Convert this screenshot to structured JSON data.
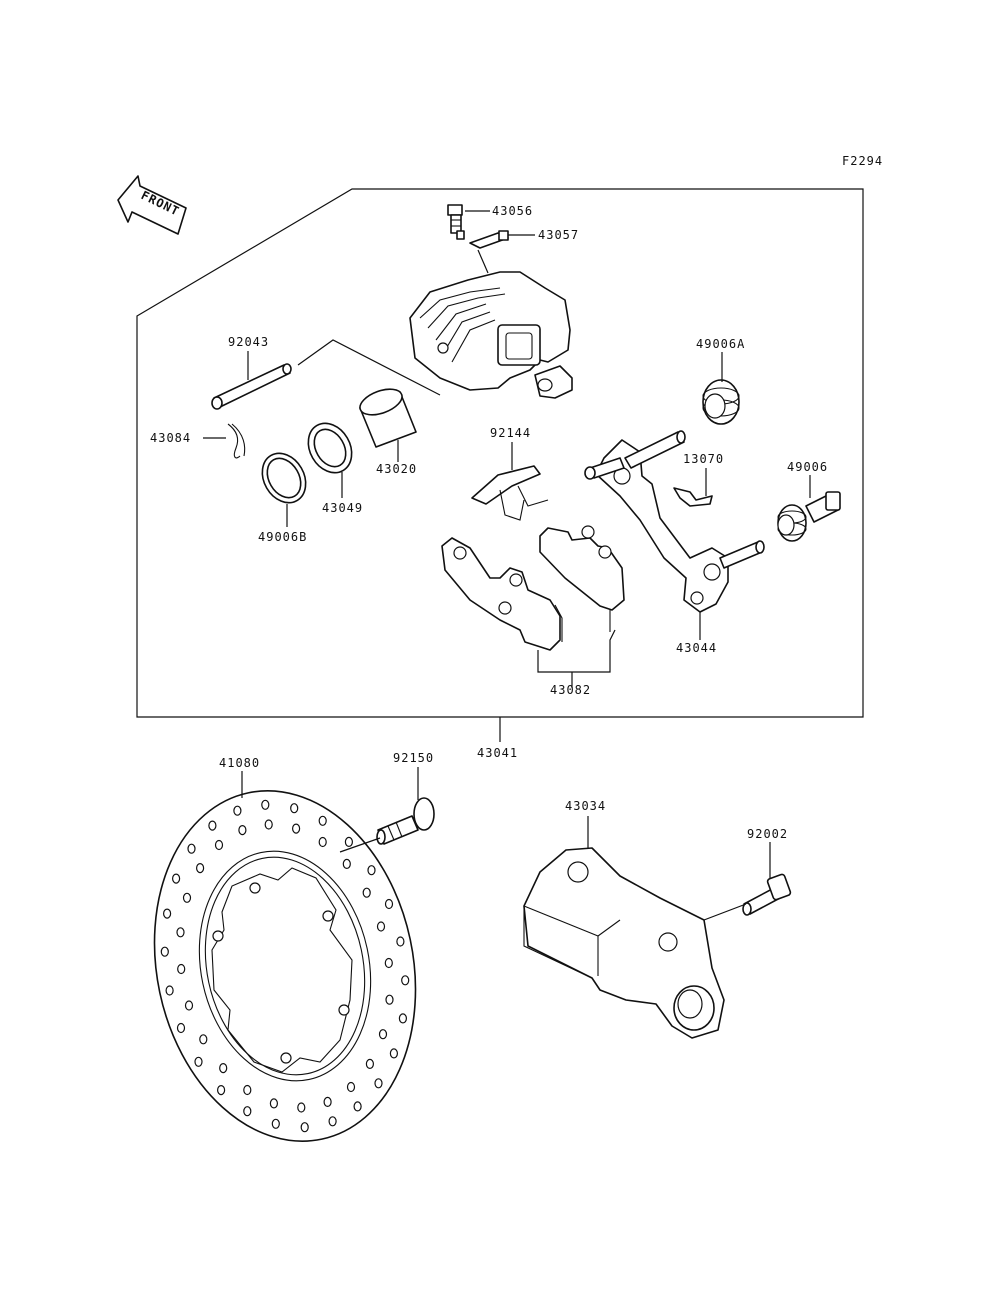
{
  "figure_code": "F2294",
  "direction_label": "FRONT",
  "parts": {
    "p43056": "43056",
    "p43057": "43057",
    "p92043": "92043",
    "p43084": "43084",
    "p43020": "43020",
    "p43049": "43049",
    "p49006B": "49006B",
    "p92144": "92144",
    "p49006A": "49006A",
    "p13070": "13070",
    "p49006": "49006",
    "p43044": "43044",
    "p43082": "43082",
    "p43041": "43041",
    "p41080": "41080",
    "p92150": "92150",
    "p43034": "43034",
    "p92002": "92002"
  }
}
